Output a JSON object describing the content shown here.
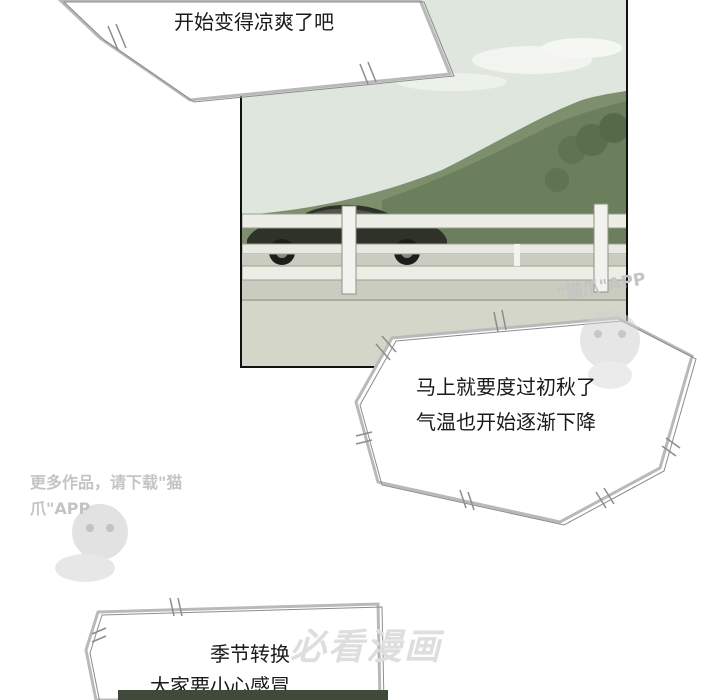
{
  "bubble_top": {
    "line1": "开始变得凉爽了吧"
  },
  "bubble_mid": {
    "line1": "马上就要度过初秋了",
    "line2": "气温也开始逐渐下降"
  },
  "bubble_bottom": {
    "line1": "季节转换",
    "line2": "大家要小心感冒……"
  },
  "watermark_right": {
    "text": "\"猫爪\"APP"
  },
  "watermark_left": {
    "text": "更多作品，请下载\"猫爪\"APP"
  },
  "watermark_center": {
    "text": "必看漫画"
  }
}
